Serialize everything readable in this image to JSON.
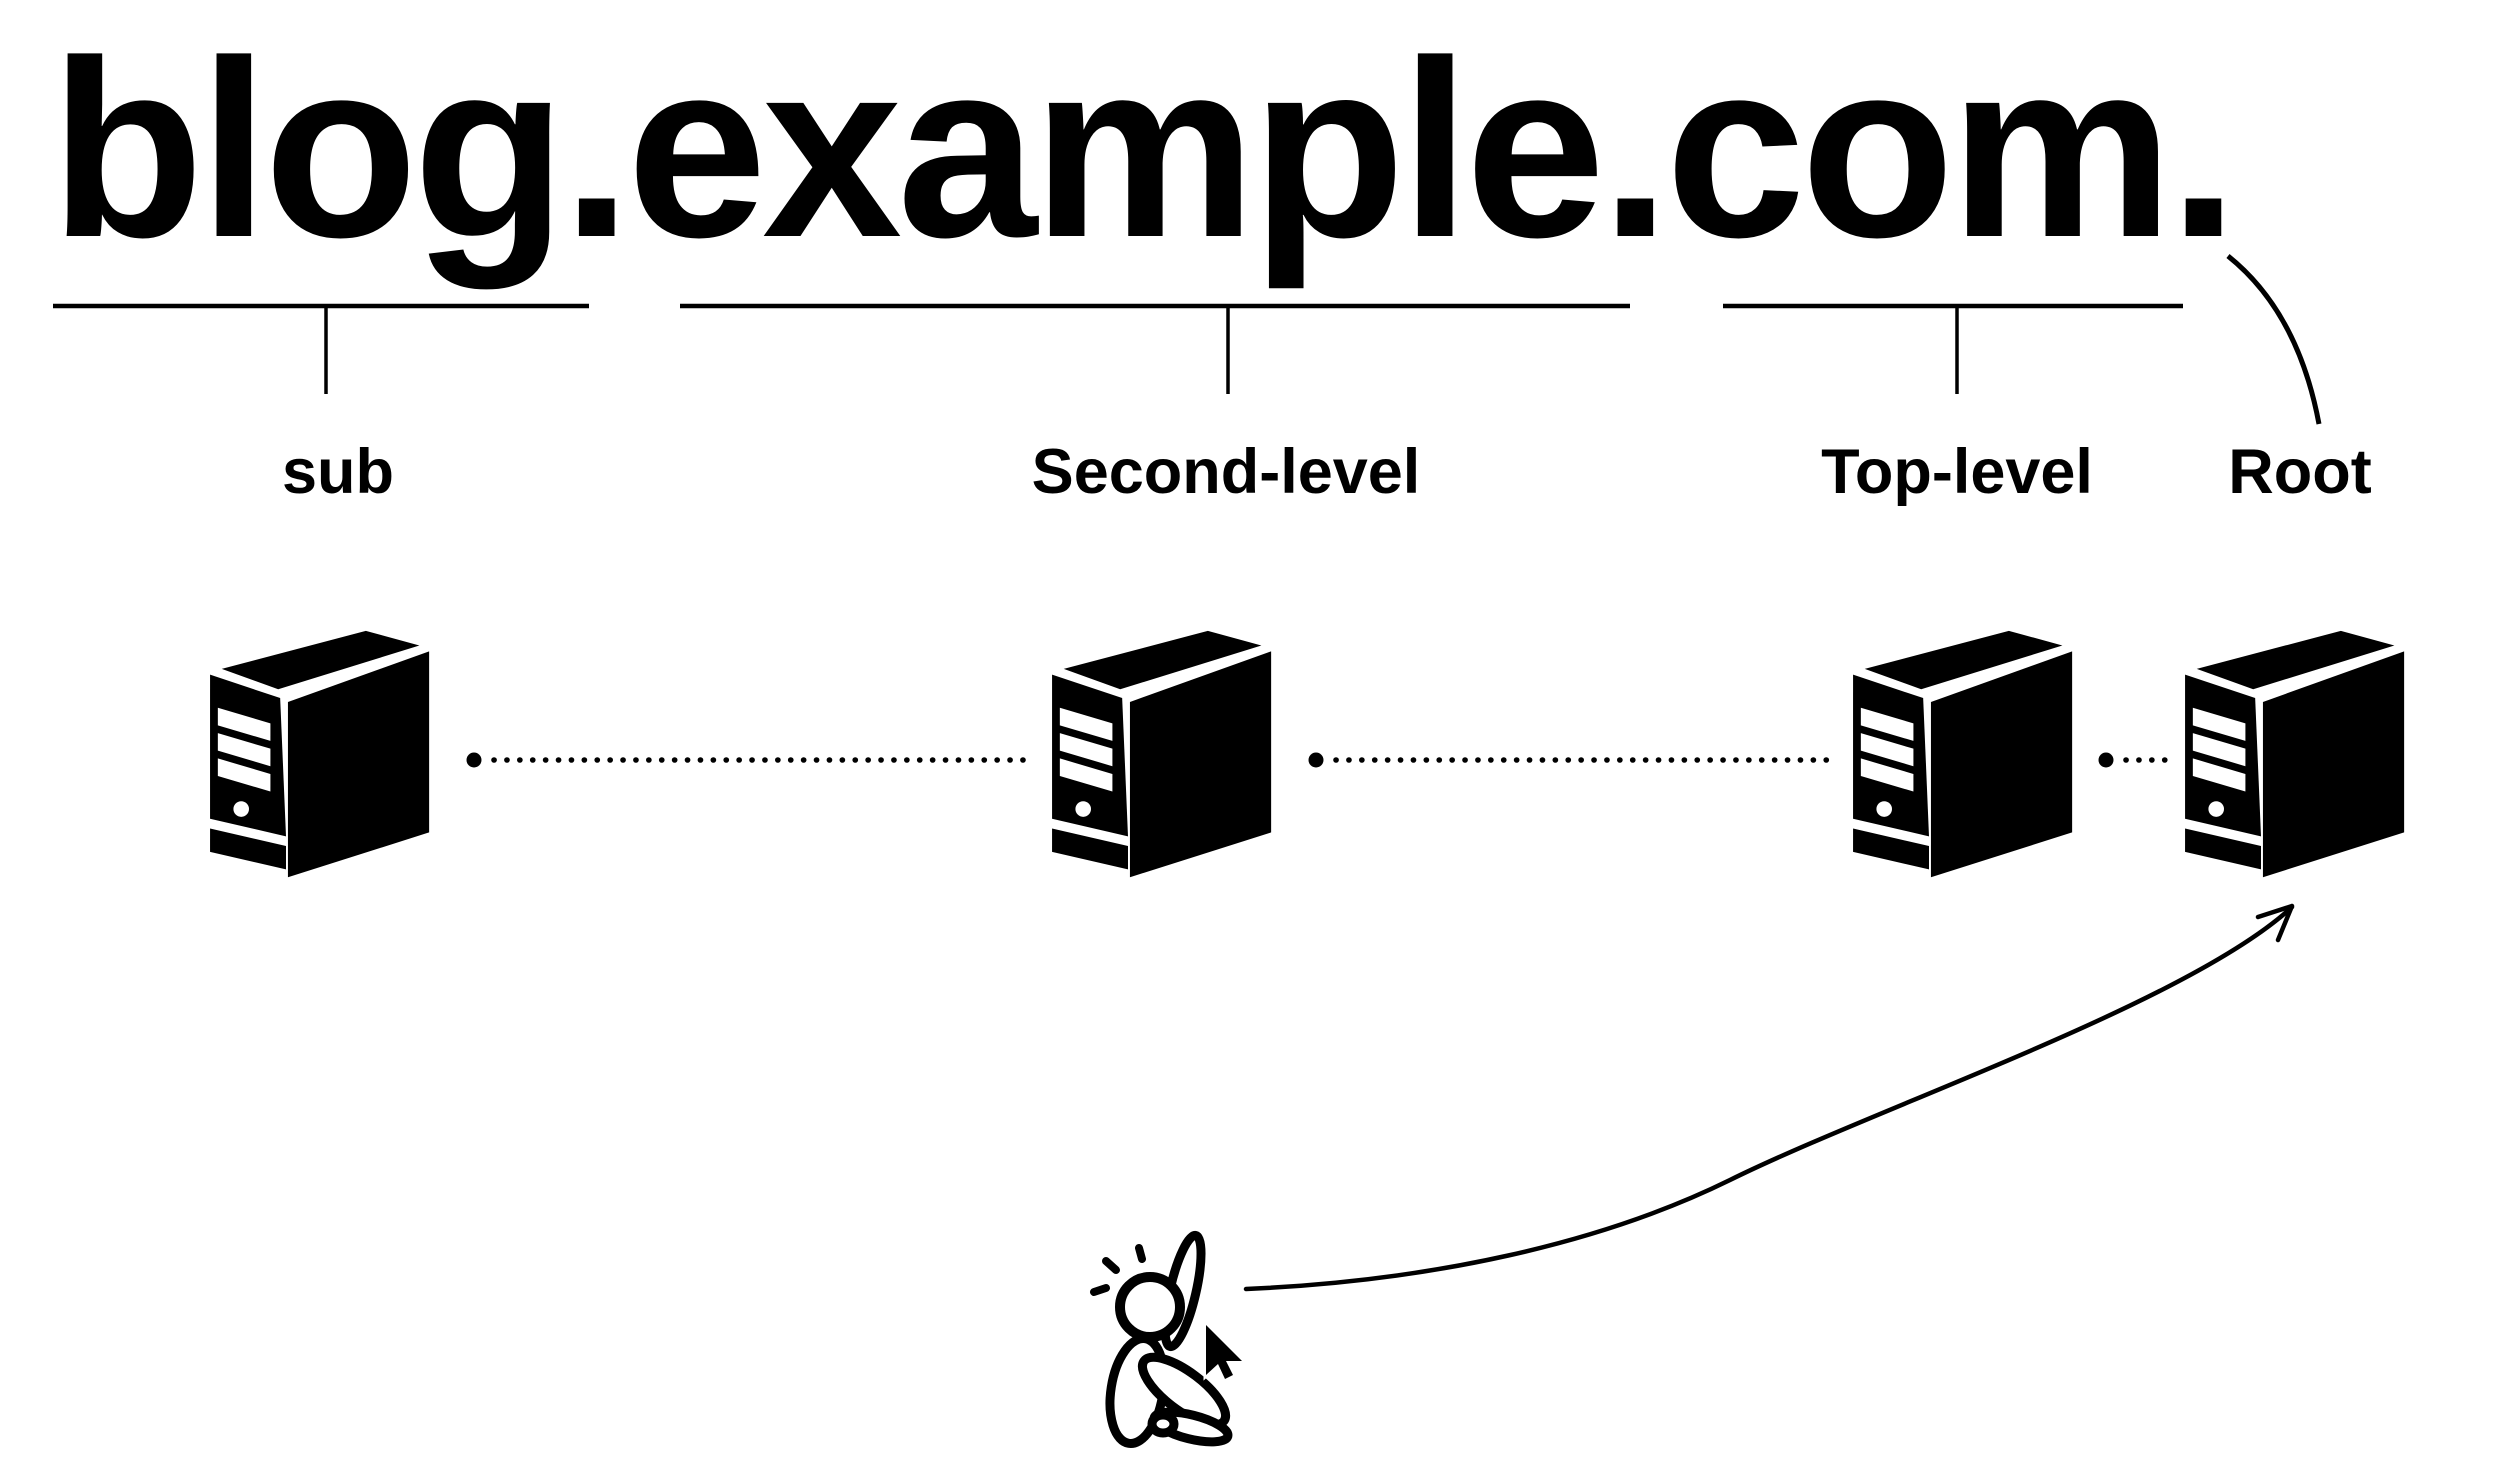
{
  "title": "blog.example.com.",
  "segments": [
    {
      "label": "sub",
      "title_part": "blog"
    },
    {
      "label": "Second-level",
      "title_part": "example"
    },
    {
      "label": "Top-level",
      "title_part": "com"
    },
    {
      "label": "Root",
      "title_part": "."
    }
  ],
  "servers": [
    {
      "name": "sub-dns-server"
    },
    {
      "name": "second-level-dns-server"
    },
    {
      "name": "top-level-dns-server"
    },
    {
      "name": "root-dns-server"
    }
  ],
  "icons": {
    "server": "server-tower-icon",
    "person": "person-pointing-icon",
    "cursor": "mouse-cursor-icon"
  },
  "colors": {
    "ink": "#000000",
    "background": "#ffffff"
  }
}
